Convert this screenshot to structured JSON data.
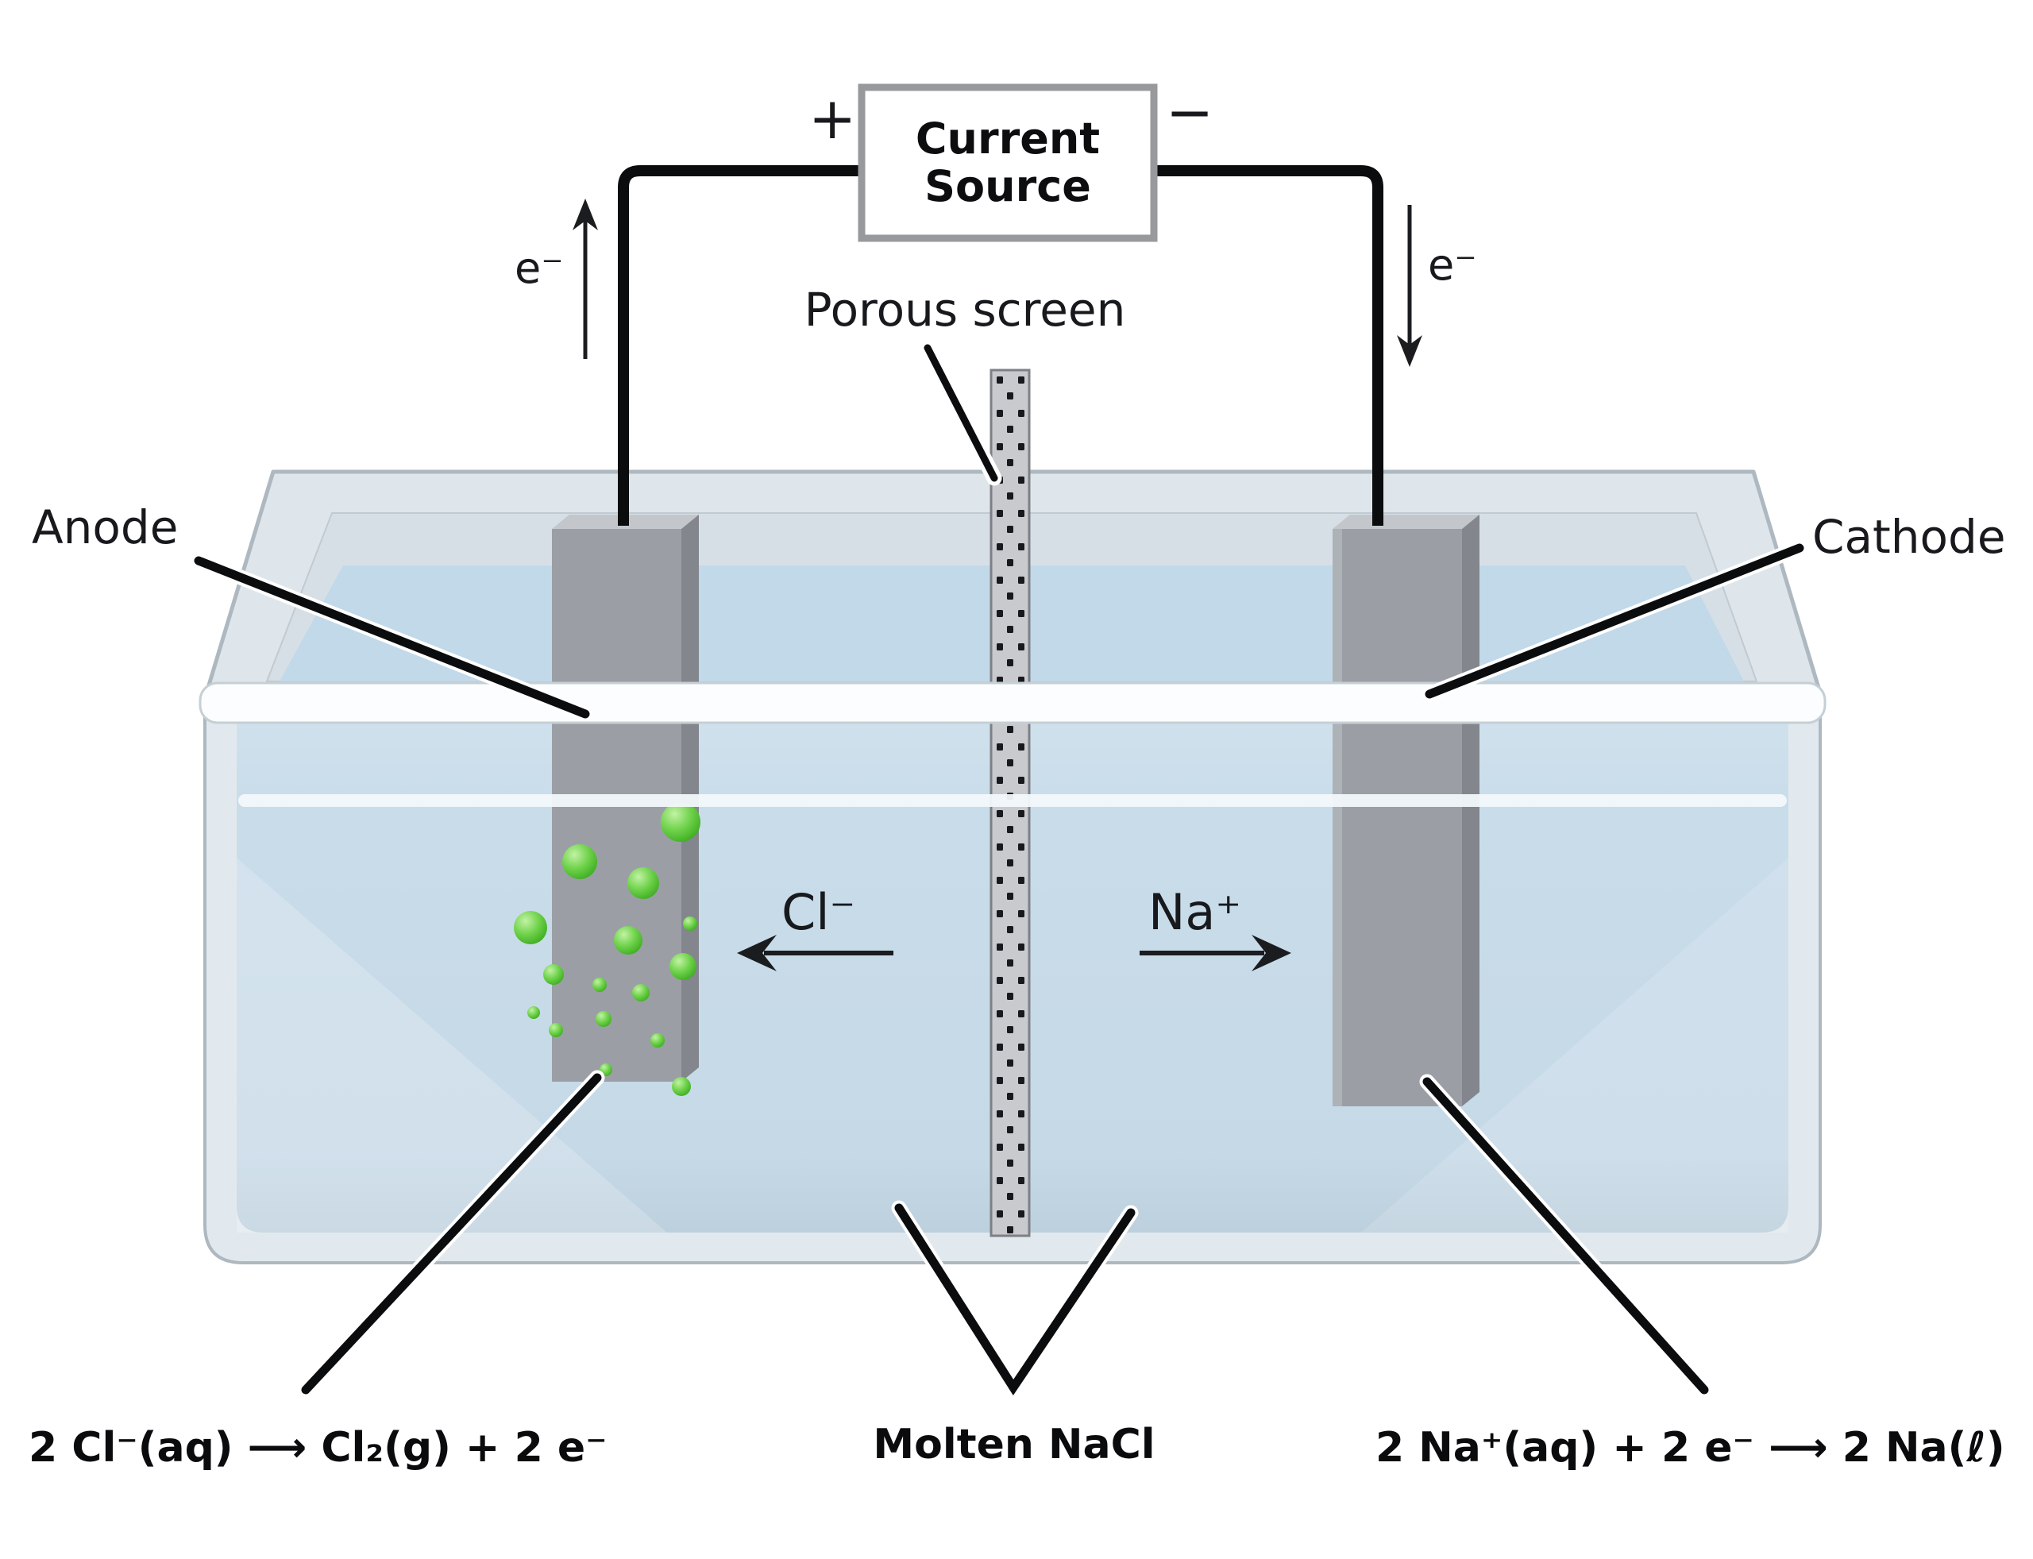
{
  "diagram": {
    "current_source": {
      "label": "Current Source",
      "positive_terminal": "+",
      "negative_terminal": "−"
    },
    "electron_flow": {
      "left": "e⁻",
      "right": "e⁻"
    },
    "labels": {
      "anode": "Anode",
      "cathode": "Cathode",
      "porous_screen": "Porous screen"
    },
    "ions": {
      "chloride": "Cl⁻",
      "sodium": "Na⁺"
    },
    "equations": {
      "anode_half_reaction": "2 Cl⁻(aq) ⟶ Cl₂(g) + 2 e⁻",
      "electrolyte": "Molten NaCl",
      "cathode_half_reaction": "2 Na⁺(aq) + 2 e⁻ ⟶ 2 Na(ℓ)"
    },
    "colors": {
      "liquid": "#c9dcea",
      "liquid_deep": "#bdd0dd",
      "glass": "#e2e9ee",
      "electrode": "#9b9fa5",
      "electrode_shadow": "#83868c",
      "porous_screen_fill": "#c8cacd",
      "bubble_green": "#56c235",
      "wire_black": "#0b0c0e"
    }
  }
}
